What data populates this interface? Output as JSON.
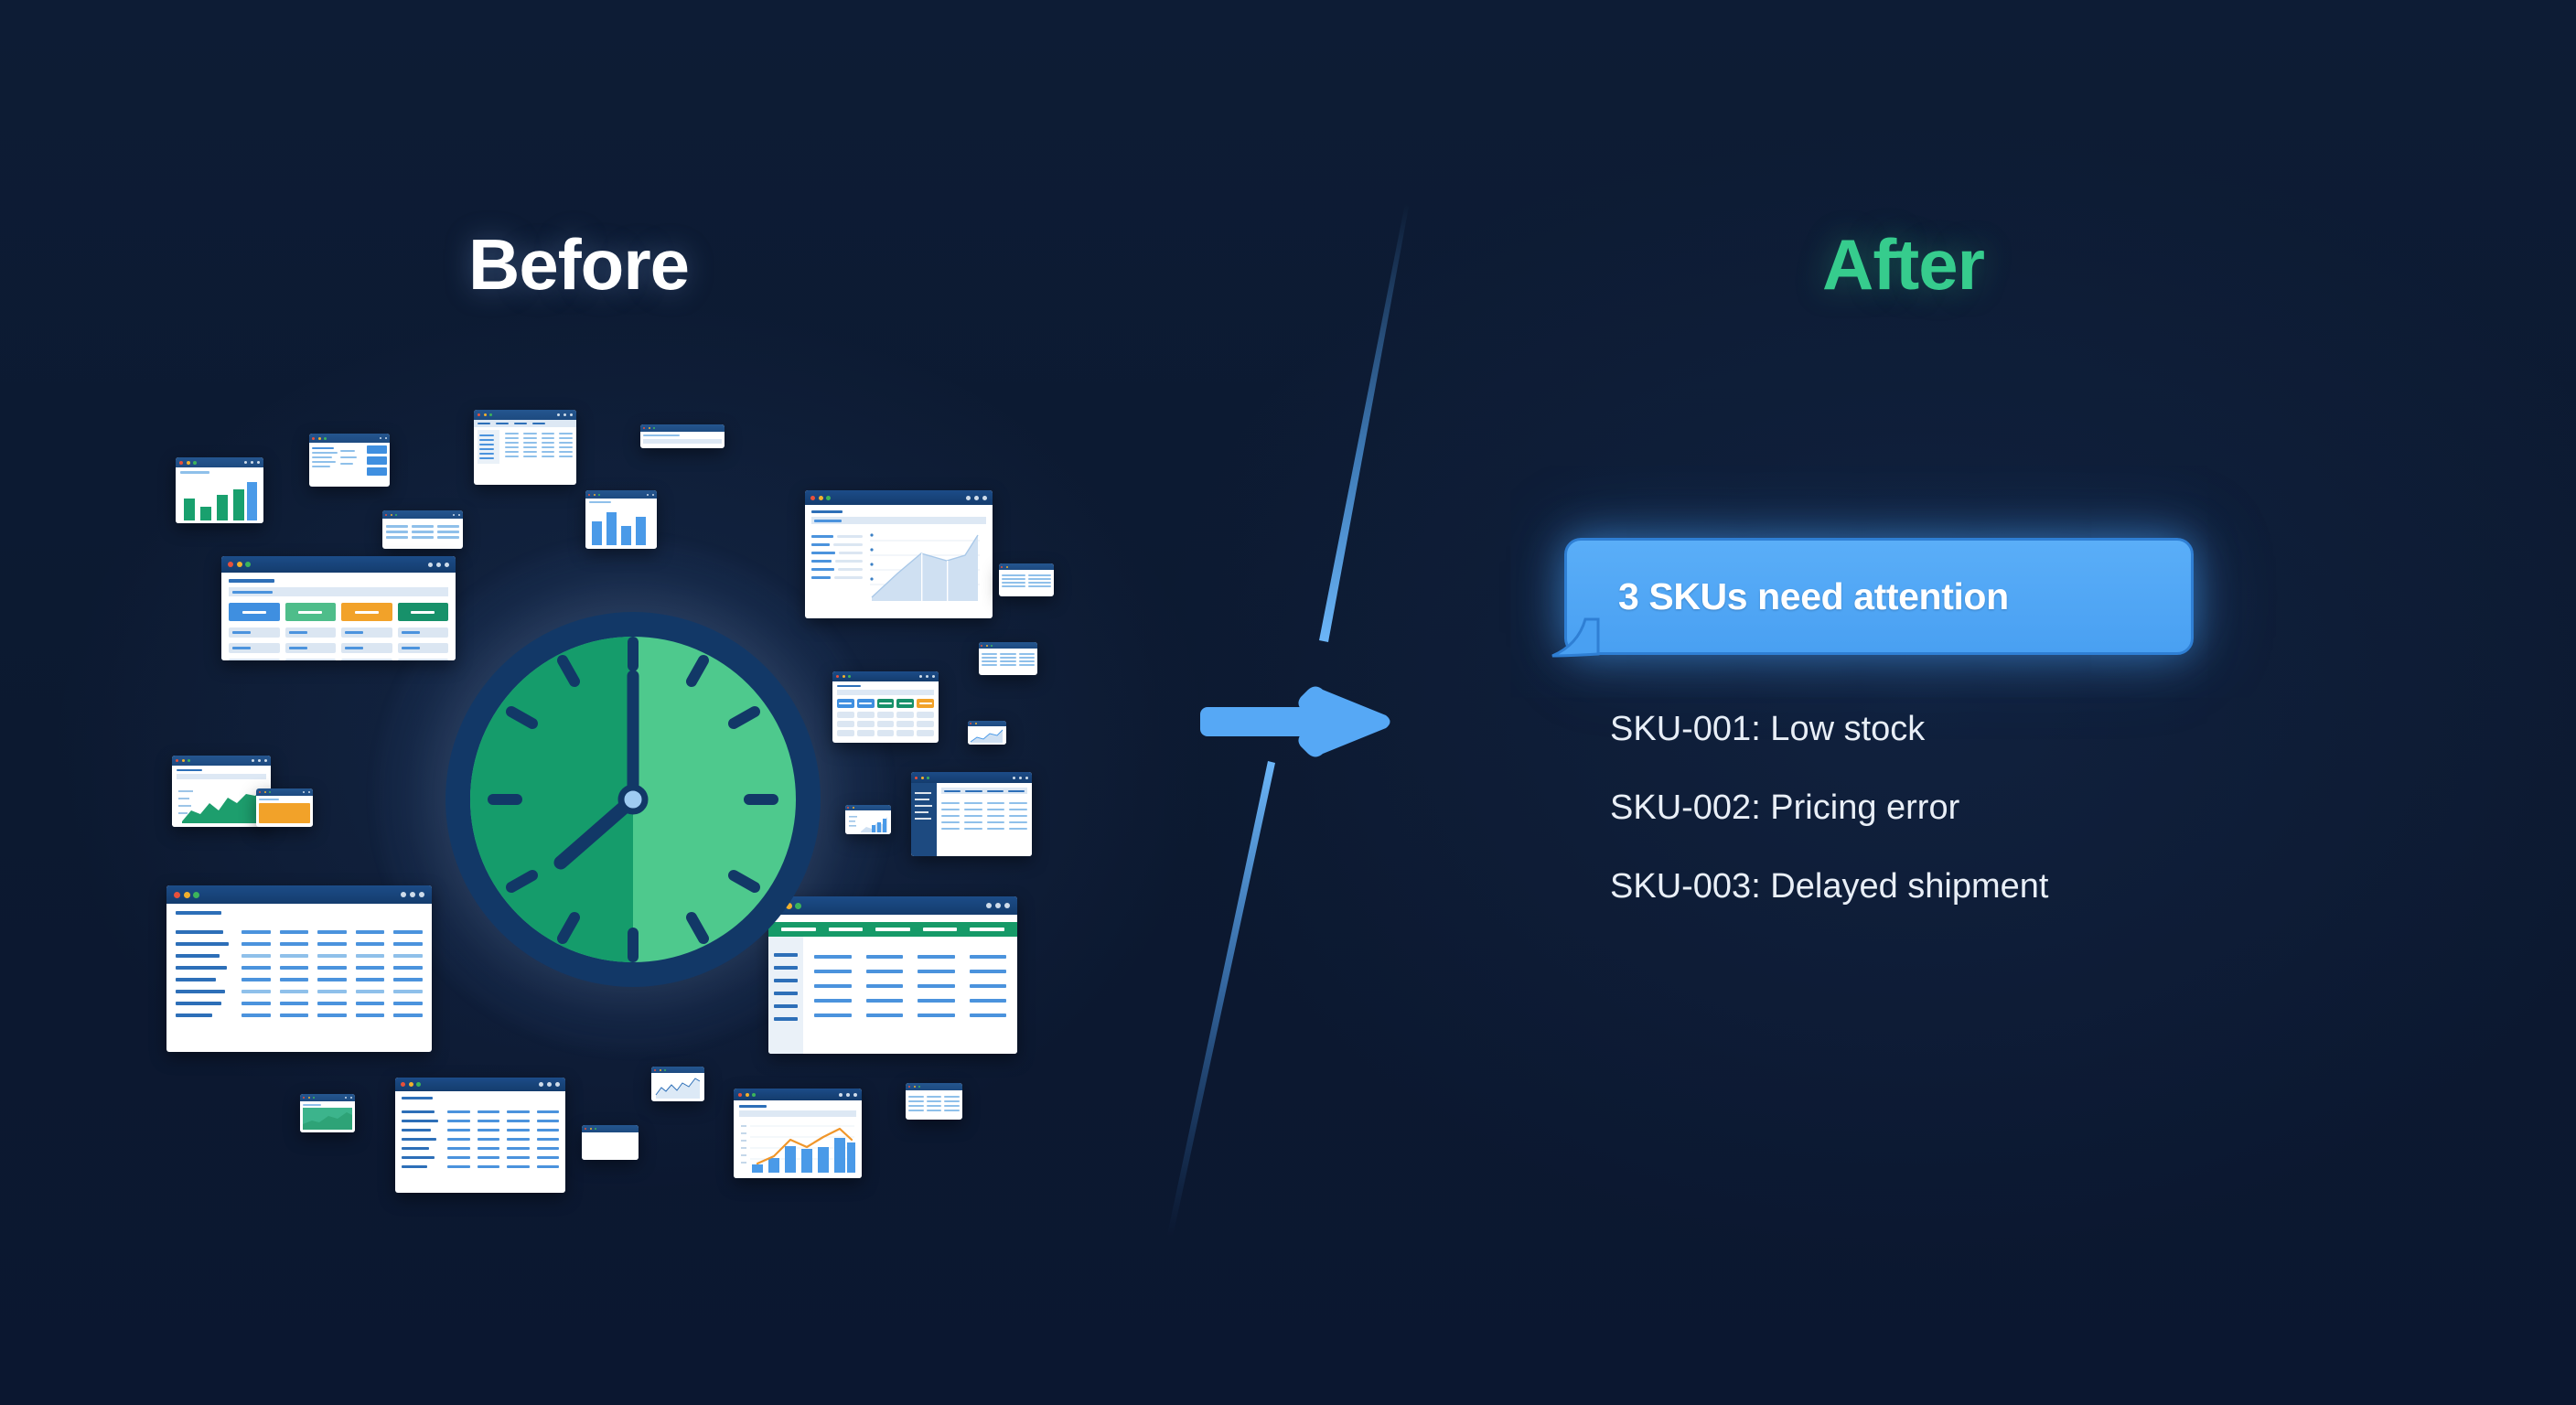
{
  "background_color": "#0d1b33",
  "headings": {
    "before": {
      "label": "Before",
      "color": "#ffffff"
    },
    "after": {
      "label": "After",
      "color": "#36cc8d"
    }
  },
  "divider": {
    "color": "#56a8f5",
    "streak_top": "streak-line",
    "streak_bottom": "streak-line"
  },
  "arrow": {
    "icon": "arrow-right-icon",
    "color": "#56a8f5"
  },
  "before_panel": {
    "clock": {
      "icon": "clock-icon",
      "ring_color": "#123867",
      "face_left_color": "#159c6b",
      "face_right_color": "#4ec98d",
      "hands_color": "#123867",
      "center_dot_color": "#9ecbf2",
      "time_shown": "12:37",
      "tick_count": 12
    },
    "windows_label": "cluttered-dashboard-windows",
    "window_count": 24,
    "accent_colors": {
      "titlebar": "#1d4a80",
      "blue": "#3f8fe0",
      "green": "#4ebd8a",
      "orange": "#f2a229",
      "teal": "#17916a",
      "line_orange": "#f0962a"
    }
  },
  "after_panel": {
    "bubble": {
      "text": "3 SKUs need attention",
      "fill_color": "#49a0f2",
      "border_color": "#2f7fd4",
      "text_color": "#ffffff"
    },
    "sku_items": [
      "SKU-001: Low stock",
      "SKU-002: Pricing error",
      "SKU-003: Delayed shipment"
    ]
  }
}
